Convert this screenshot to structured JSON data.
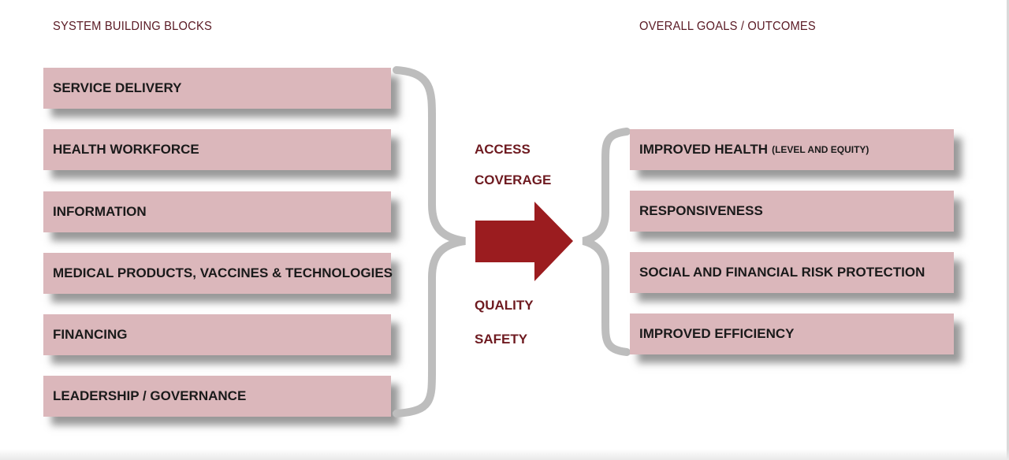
{
  "headings": {
    "building_blocks": "SYSTEM BUILDING BLOCKS",
    "goals": "OVERALL GOALS / OUTCOMES"
  },
  "building_blocks": [
    "SERVICE DELIVERY",
    "HEALTH WORKFORCE",
    "INFORMATION",
    "MEDICAL PRODUCTS, VACCINES & TECHNOLOGIES",
    "FINANCING",
    "LEADERSHIP / GOVERNANCE"
  ],
  "intermediate": {
    "top": [
      "ACCESS",
      "COVERAGE"
    ],
    "bottom": [
      "QUALITY",
      "SAFETY"
    ]
  },
  "goals": [
    {
      "main": "IMPROVED HEALTH",
      "note": "(LEVEL AND EQUITY)"
    },
    {
      "main": "RESPONSIVENESS",
      "note": ""
    },
    {
      "main": "SOCIAL AND FINANCIAL RISK PROTECTION",
      "note": ""
    },
    {
      "main": "IMPROVED EFFICIENCY",
      "note": ""
    }
  ],
  "colors": {
    "block_fill": "#dbb7bb",
    "arrow": "#9b1c1f",
    "brace": "#bdbdbd",
    "heading_text": "#5a1a24",
    "intermediate_text": "#6e1a20"
  },
  "icons": {
    "arrow": "right-arrow-icon",
    "left_brace": "closing-brace-icon",
    "right_brace": "opening-brace-icon"
  }
}
